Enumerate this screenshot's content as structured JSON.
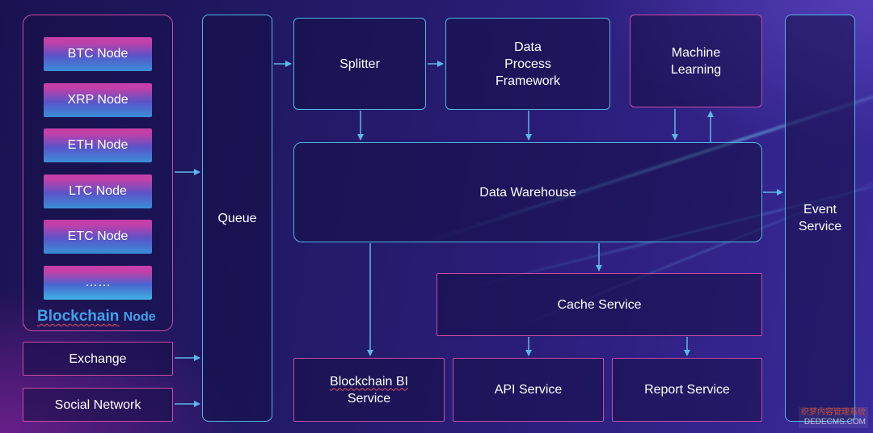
{
  "nodes": {
    "items": [
      "BTC Node",
      "XRP Node",
      "ETH Node",
      "LTC Node",
      "ETC Node",
      "……"
    ],
    "group_label_main": "Blockchain",
    "group_label_sub": "Node"
  },
  "sources": {
    "exchange": "Exchange",
    "social": "Social Network"
  },
  "queue": "Queue",
  "splitter": "Splitter",
  "data_process": [
    "Data",
    "Process",
    "Framework"
  ],
  "machine_learning": [
    "Machine",
    "Learning"
  ],
  "data_warehouse": "Data Warehouse",
  "cache_service": "Cache Service",
  "bi_service": [
    "Blockchain BI",
    "Service"
  ],
  "api_service": "API Service",
  "report_service": "Report Service",
  "event_service": [
    "Event",
    "Service"
  ],
  "watermark": {
    "cn": "织梦内容管理系统",
    "en": "DEDECMS.COM"
  },
  "colors": {
    "box_border": "#4fb6e6",
    "accent_border": "#c74ca6",
    "arrow": "#5ab8e8",
    "label": "#3fa3ea"
  }
}
